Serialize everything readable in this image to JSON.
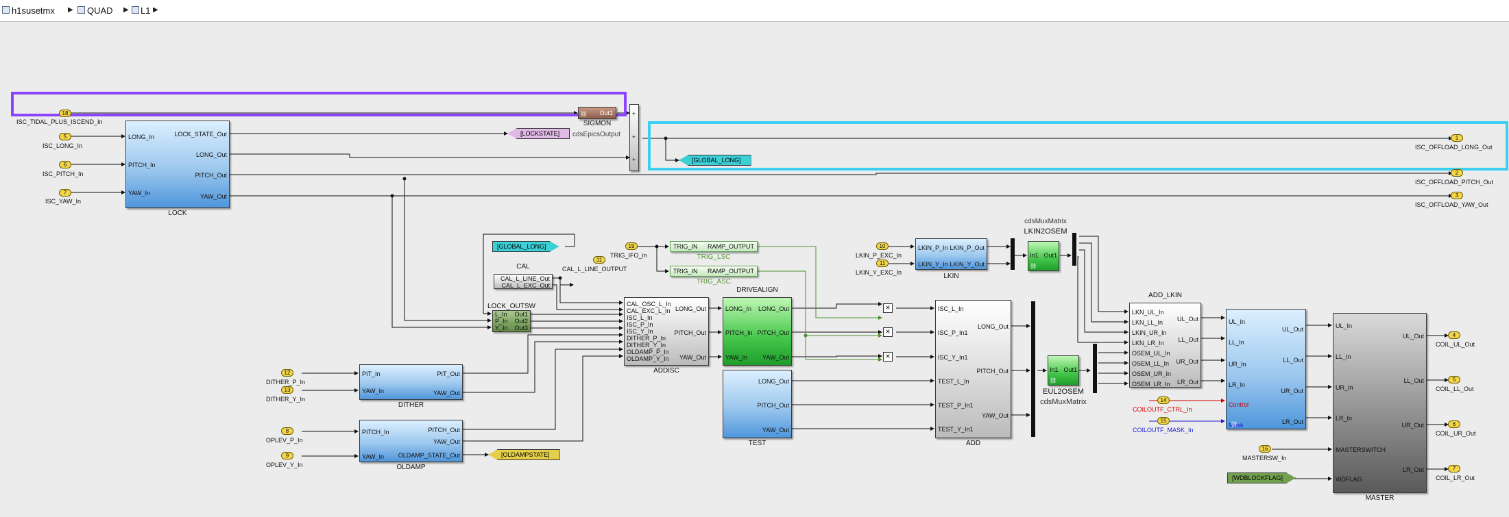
{
  "breadcrumb": {
    "items": [
      "h1susetmx",
      "QUAD",
      "L1"
    ]
  },
  "colors": {
    "highlight_purple": "#8b44ff",
    "highlight_cyan": "#3ccff2"
  },
  "blocks": {
    "lock": {
      "name": "LOCK",
      "inputs": [
        "LONG_In",
        "PITCH_In",
        "YAW_In"
      ],
      "outputs": [
        "LOCK_STATE_Out",
        "LONG_Out",
        "PITCH_Out",
        "YAW_Out"
      ]
    },
    "dither": {
      "name": "DITHER",
      "inputs": [
        "PIT_In",
        "YAW_In"
      ],
      "outputs": [
        "PIT_Out",
        "YAW_Out"
      ]
    },
    "oldamp": {
      "name": "OLDAMP",
      "inputs": [
        "PITCH_In",
        "YAW_In"
      ],
      "outputs": [
        "PITCH_Out",
        "YAW_Out",
        "OLDAMP_STATE_Out"
      ]
    },
    "cal": {
      "name": "CAL",
      "outputs": [
        "CAL_L_LINE_Out",
        "CAL_L_EXC_Out"
      ]
    },
    "lock_outsw": {
      "name": "LOCK_OUTSW",
      "inputs": [
        "L_In",
        "P_In",
        "Y_In"
      ],
      "outputs": [
        "Out1",
        "Out2",
        "Out3"
      ]
    },
    "addisc": {
      "name": "ADDISC",
      "inputs": [
        "CAL_OSC_L_In",
        "CAL_EXC_L_In",
        "ISC_L_In",
        "ISC_P_In",
        "ISC_Y_In",
        "DITHER_P_In",
        "DITHER_Y_In",
        "OLDAMP_P_In",
        "OLDAMP_Y_In"
      ],
      "outputs": [
        "LONG_Out",
        "PITCH_Out",
        "YAW_Out"
      ]
    },
    "drivealign": {
      "name": "DRIVEALIGN",
      "inputs": [
        "LONG_In",
        "PITCH_In",
        "YAW_In"
      ],
      "outputs": [
        "LONG_Out",
        "PITCH_Out",
        "YAW_Out"
      ]
    },
    "test": {
      "name": "TEST",
      "outputs": [
        "LONG_Out",
        "PITCH_Out",
        "YAW_Out"
      ]
    },
    "add": {
      "name": "ADD",
      "inputs": [
        "ISC_L_In",
        "ISC_P_In1",
        "ISC_Y_In1",
        "TEST_L_In",
        "TEST_P_In1",
        "TEST_Y_In1"
      ],
      "outputs": [
        "LONG_Out",
        "PITCH_Out",
        "YAW_Out"
      ]
    },
    "trig_lsc": {
      "name": "TRIG_LSC",
      "input": "TRIG_IN",
      "output": "RAMP_OUTPUT"
    },
    "trig_asc": {
      "name": "TRIG_ASC",
      "input": "TRIG_IN",
      "output": "RAMP_OUTPUT"
    },
    "lkin": {
      "name": "LKIN",
      "inputs": [
        "LKIN_P_In",
        "LKIN_Y_In"
      ],
      "outputs": [
        "LKIN_P_Out",
        "LKIN_Y_Out"
      ]
    },
    "lkin2osem": {
      "name": "LKIN2OSEM",
      "subtitle": "cdsMuxMatrix",
      "port_in": "In1",
      "port_out": "Out1"
    },
    "eul2osem": {
      "name": "EUL2OSEM",
      "subtitle": "cdsMuxMatrix",
      "port_in": "In1",
      "port_out": "Out1"
    },
    "add_lkin": {
      "name": "ADD_LKIN",
      "inputs": [
        "LKN_UL_In",
        "LKN_LL_In",
        "LKIN_UR_In",
        "LKN_LR_In",
        "OSEM_UL_In",
        "OSEM_LL_In",
        "OSEM_UR_In",
        "OSEM_LR_In"
      ],
      "outputs": [
        "UL_Out",
        "LL_Out",
        "UR_Out",
        "LR_Out"
      ]
    },
    "coilout": {
      "inputs": [
        "UL_In",
        "LL_In",
        "UR_In",
        "LR_In"
      ],
      "outputs": [
        "UL_Out",
        "LL_Out",
        "UR_Out",
        "LR_Out"
      ],
      "control_label": "Control",
      "mask_label": "Mask"
    },
    "master": {
      "name": "MASTER",
      "inputs": [
        "UL_In",
        "LL_In",
        "UR_In",
        "LR_In",
        "MASTERSWITCH",
        "WDFLAG"
      ],
      "outputs": [
        "UL_Out",
        "LL_Out",
        "UR_Out",
        "LR_Out"
      ]
    },
    "sigmon": {
      "name": "SIGMON",
      "port": "Out1",
      "subtitle": "cdsEpicsOutput"
    }
  },
  "ports_in": [
    {
      "num": "18",
      "label": "ISC_TIDAL_PLUS_ISCEND_In"
    },
    {
      "num": "5",
      "label": "ISC_LONG_In"
    },
    {
      "num": "6",
      "label": "ISC_PITCH_In"
    },
    {
      "num": "7",
      "label": "ISC_YAW_In"
    },
    {
      "num": "12",
      "label": "DITHER_P_In"
    },
    {
      "num": "13",
      "label": "DITHER_Y_In"
    },
    {
      "num": "8",
      "label": "OPLEV_P_In"
    },
    {
      "num": "9",
      "label": "OPLEV_Y_In"
    },
    {
      "num": "19",
      "label": "TRIG_IFO_in"
    },
    {
      "num": "11",
      "label": "CAL_L_LINE_OUTPUT"
    },
    {
      "num": "10",
      "label": "LKIN_P_EXC_In"
    },
    {
      "num": "11",
      "label": "LKIN_Y_EXC_In"
    },
    {
      "num": "14",
      "label": "COILOUTF_CTRL_In"
    },
    {
      "num": "15",
      "label": "COILOUTF_MASK_In"
    },
    {
      "num": "16",
      "label": "MASTERSW_In"
    }
  ],
  "ports_out": [
    {
      "num": "1",
      "label": "ISC_OFFLOAD_LONG_Out"
    },
    {
      "num": "2",
      "label": "ISC_OFFLOAD_PITCH_Out"
    },
    {
      "num": "3",
      "label": "ISC_OFFLOAD_YAW_Out"
    },
    {
      "num": "4",
      "label": "COIL_UL_Out"
    },
    {
      "num": "5",
      "label": "COIL_LL_Out"
    },
    {
      "num": "6",
      "label": "COIL_UR_Out"
    },
    {
      "num": "7",
      "label": "COIL_LR_Out"
    }
  ],
  "tags": {
    "lockstate": "[LOCKSTATE]",
    "global_long_goto": "[GLOBAL_LONG]",
    "global_long_from": "[GLOBAL_LONG]",
    "oldampstate": "[OLDAMPSTATE]",
    "wdblockflag": "[WDBLOCKFLAG]"
  },
  "sum_signs": [
    "+",
    "+",
    "+"
  ],
  "product_symbol": "×"
}
